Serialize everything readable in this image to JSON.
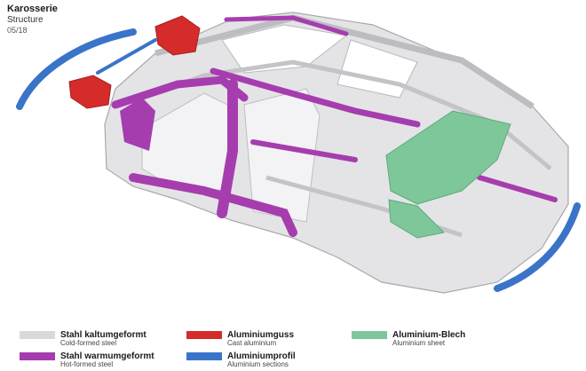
{
  "header": {
    "title": "Karosserie",
    "subtitle": "Structure",
    "date": "05/18"
  },
  "illustration": {
    "subject": "car-body-structure",
    "colors": {
      "cold_formed_steel": "#d9d9db",
      "hot_formed_steel": "#a63dae",
      "cast_aluminium": "#d62b2b",
      "aluminium_sections": "#3a74c9",
      "aluminium_sheet": "#7ec79a"
    }
  },
  "legend": [
    {
      "label": "Stahl kaltumgeformt",
      "sublabel": "Cold-formed steel",
      "color": "#d9d9db"
    },
    {
      "label": "Stahl warmumgeformt",
      "sublabel": "Hot-formed steel",
      "color": "#a63dae"
    },
    {
      "label": "Aluminiumguss",
      "sublabel": "Cast aluminium",
      "color": "#d62b2b"
    },
    {
      "label": "Aluminiumprofil",
      "sublabel": "Aluminium sections",
      "color": "#3a74c9"
    },
    {
      "label": "Aluminium-Blech",
      "sublabel": "Aluminium sheet",
      "color": "#7ec79a"
    }
  ]
}
